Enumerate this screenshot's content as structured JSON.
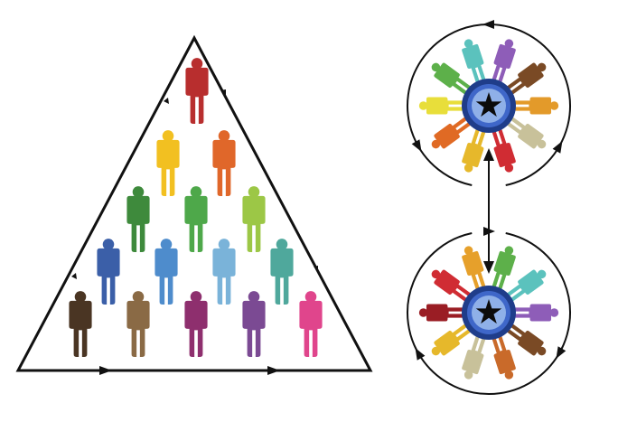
{
  "diagram": {
    "pyramid": {
      "rows": [
        [
          "#b82e2e"
        ],
        [
          "#f2c021",
          "#e0672a"
        ],
        [
          "#3e8a3c",
          "#4ea84a",
          "#9cc746"
        ],
        [
          "#3b5fa8",
          "#4e8ccc",
          "#7ab3d9",
          "#4fa89c"
        ],
        [
          "#4a3523",
          "#8a6a45",
          "#8e2f6e",
          "#7b4a93",
          "#e0458c"
        ]
      ],
      "flow_arrows": [
        "left-side-upward",
        "bottom-rightward",
        "right-side-downward"
      ]
    },
    "hub_top": {
      "center_icon": "star-icon",
      "ring_colors": [
        "#1f3d8a",
        "#3f67c9",
        "#8fb0e8"
      ],
      "spokes": [
        "#8e5db8",
        "#7a4a25",
        "#e39a2a",
        "#c8c19a",
        "#d02c33",
        "#e6b82b",
        "#e06a24",
        "#e8de3a",
        "#5db04a",
        "#5bc2bd"
      ],
      "rotation": "counterclockwise"
    },
    "hub_bottom": {
      "center_icon": "star-icon",
      "ring_colors": [
        "#1f3d8a",
        "#3f67c9",
        "#8fb0e8"
      ],
      "spokes": [
        "#5db04a",
        "#5bc2bd",
        "#8e5db8",
        "#7a4a25",
        "#c96a2a",
        "#c8c19a",
        "#e6b82b",
        "#9a1d24",
        "#d02c33",
        "#e6a02b"
      ],
      "rotation": "clockwise"
    },
    "link": "bidirectional-arrow"
  }
}
